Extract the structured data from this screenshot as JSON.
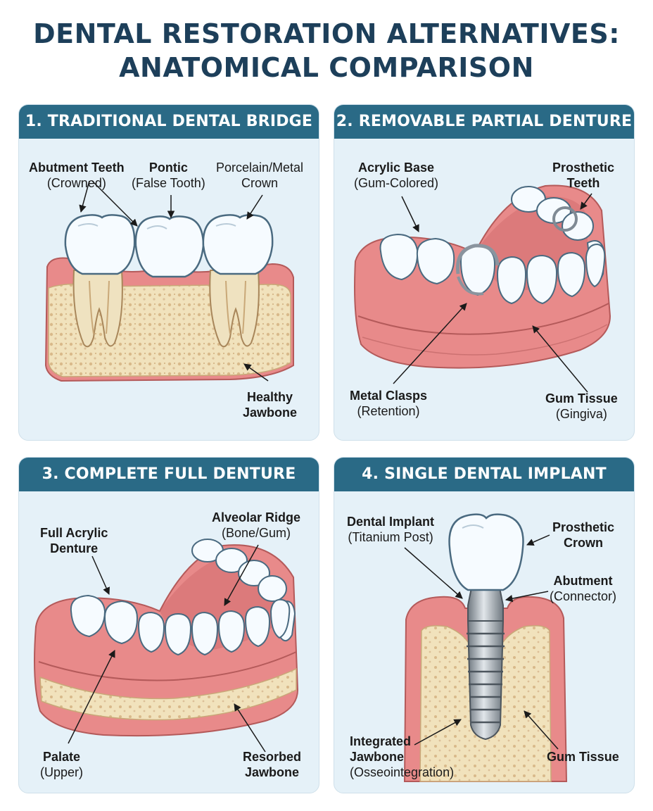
{
  "title": {
    "line1": "DENTAL RESTORATION ALTERNATIVES:",
    "line2": "ANATOMICAL COMPARISON"
  },
  "colors": {
    "header": "#2a6a86",
    "title": "#1d3f5a",
    "panel_bg": "#e5f1f8",
    "gum": "#e88a8a",
    "bone": "#f1e2bc",
    "tooth": "#f6fbff",
    "metal": "#a8b0b8"
  },
  "panels": [
    {
      "header": "1. TRADITIONAL DENTAL BRIDGE",
      "labels": {
        "abutment": {
          "title": "Abutment Teeth",
          "sub": "(Crowned)"
        },
        "pontic": {
          "title": "Pontic",
          "sub": "(False Tooth)"
        },
        "crown": {
          "line1": "Porcelain/Metal",
          "line2": "Crown"
        },
        "jawbone": {
          "line1": "Healthy",
          "line2": "Jawbone"
        }
      }
    },
    {
      "header": "2. REMOVABLE PARTIAL DENTURE",
      "labels": {
        "base": {
          "title": "Acrylic Base",
          "sub": "(Gum-Colored)"
        },
        "teeth": {
          "line1": "Prosthetic",
          "line2": "Teeth"
        },
        "clasps": {
          "title": "Metal Clasps",
          "sub": "(Retention)"
        },
        "gum": {
          "title": "Gum Tissue",
          "sub": "(Gingiva)"
        }
      }
    },
    {
      "header": "3. COMPLETE FULL DENTURE",
      "labels": {
        "denture": {
          "line1": "Full Acrylic",
          "line2": "Denture"
        },
        "ridge": {
          "title": "Alveolar Ridge",
          "sub": "(Bone/Gum)"
        },
        "palate": {
          "title": "Palate",
          "sub": "(Upper)"
        },
        "resorbed": {
          "line1": "Resorbed",
          "line2": "Jawbone"
        }
      }
    },
    {
      "header": "4. SINGLE DENTAL IMPLANT",
      "labels": {
        "implant": {
          "title": "Dental Implant",
          "sub": "(Titanium Post)"
        },
        "crown": {
          "line1": "Prosthetic",
          "line2": "Crown"
        },
        "abutment": {
          "title": "Abutment",
          "sub": "(Connector)"
        },
        "integrated": {
          "line1": "Integrated",
          "line2": "Jawbone",
          "sub": "(Osseointegration)"
        },
        "gum": {
          "line1": "Gum Tissue"
        }
      }
    }
  ]
}
